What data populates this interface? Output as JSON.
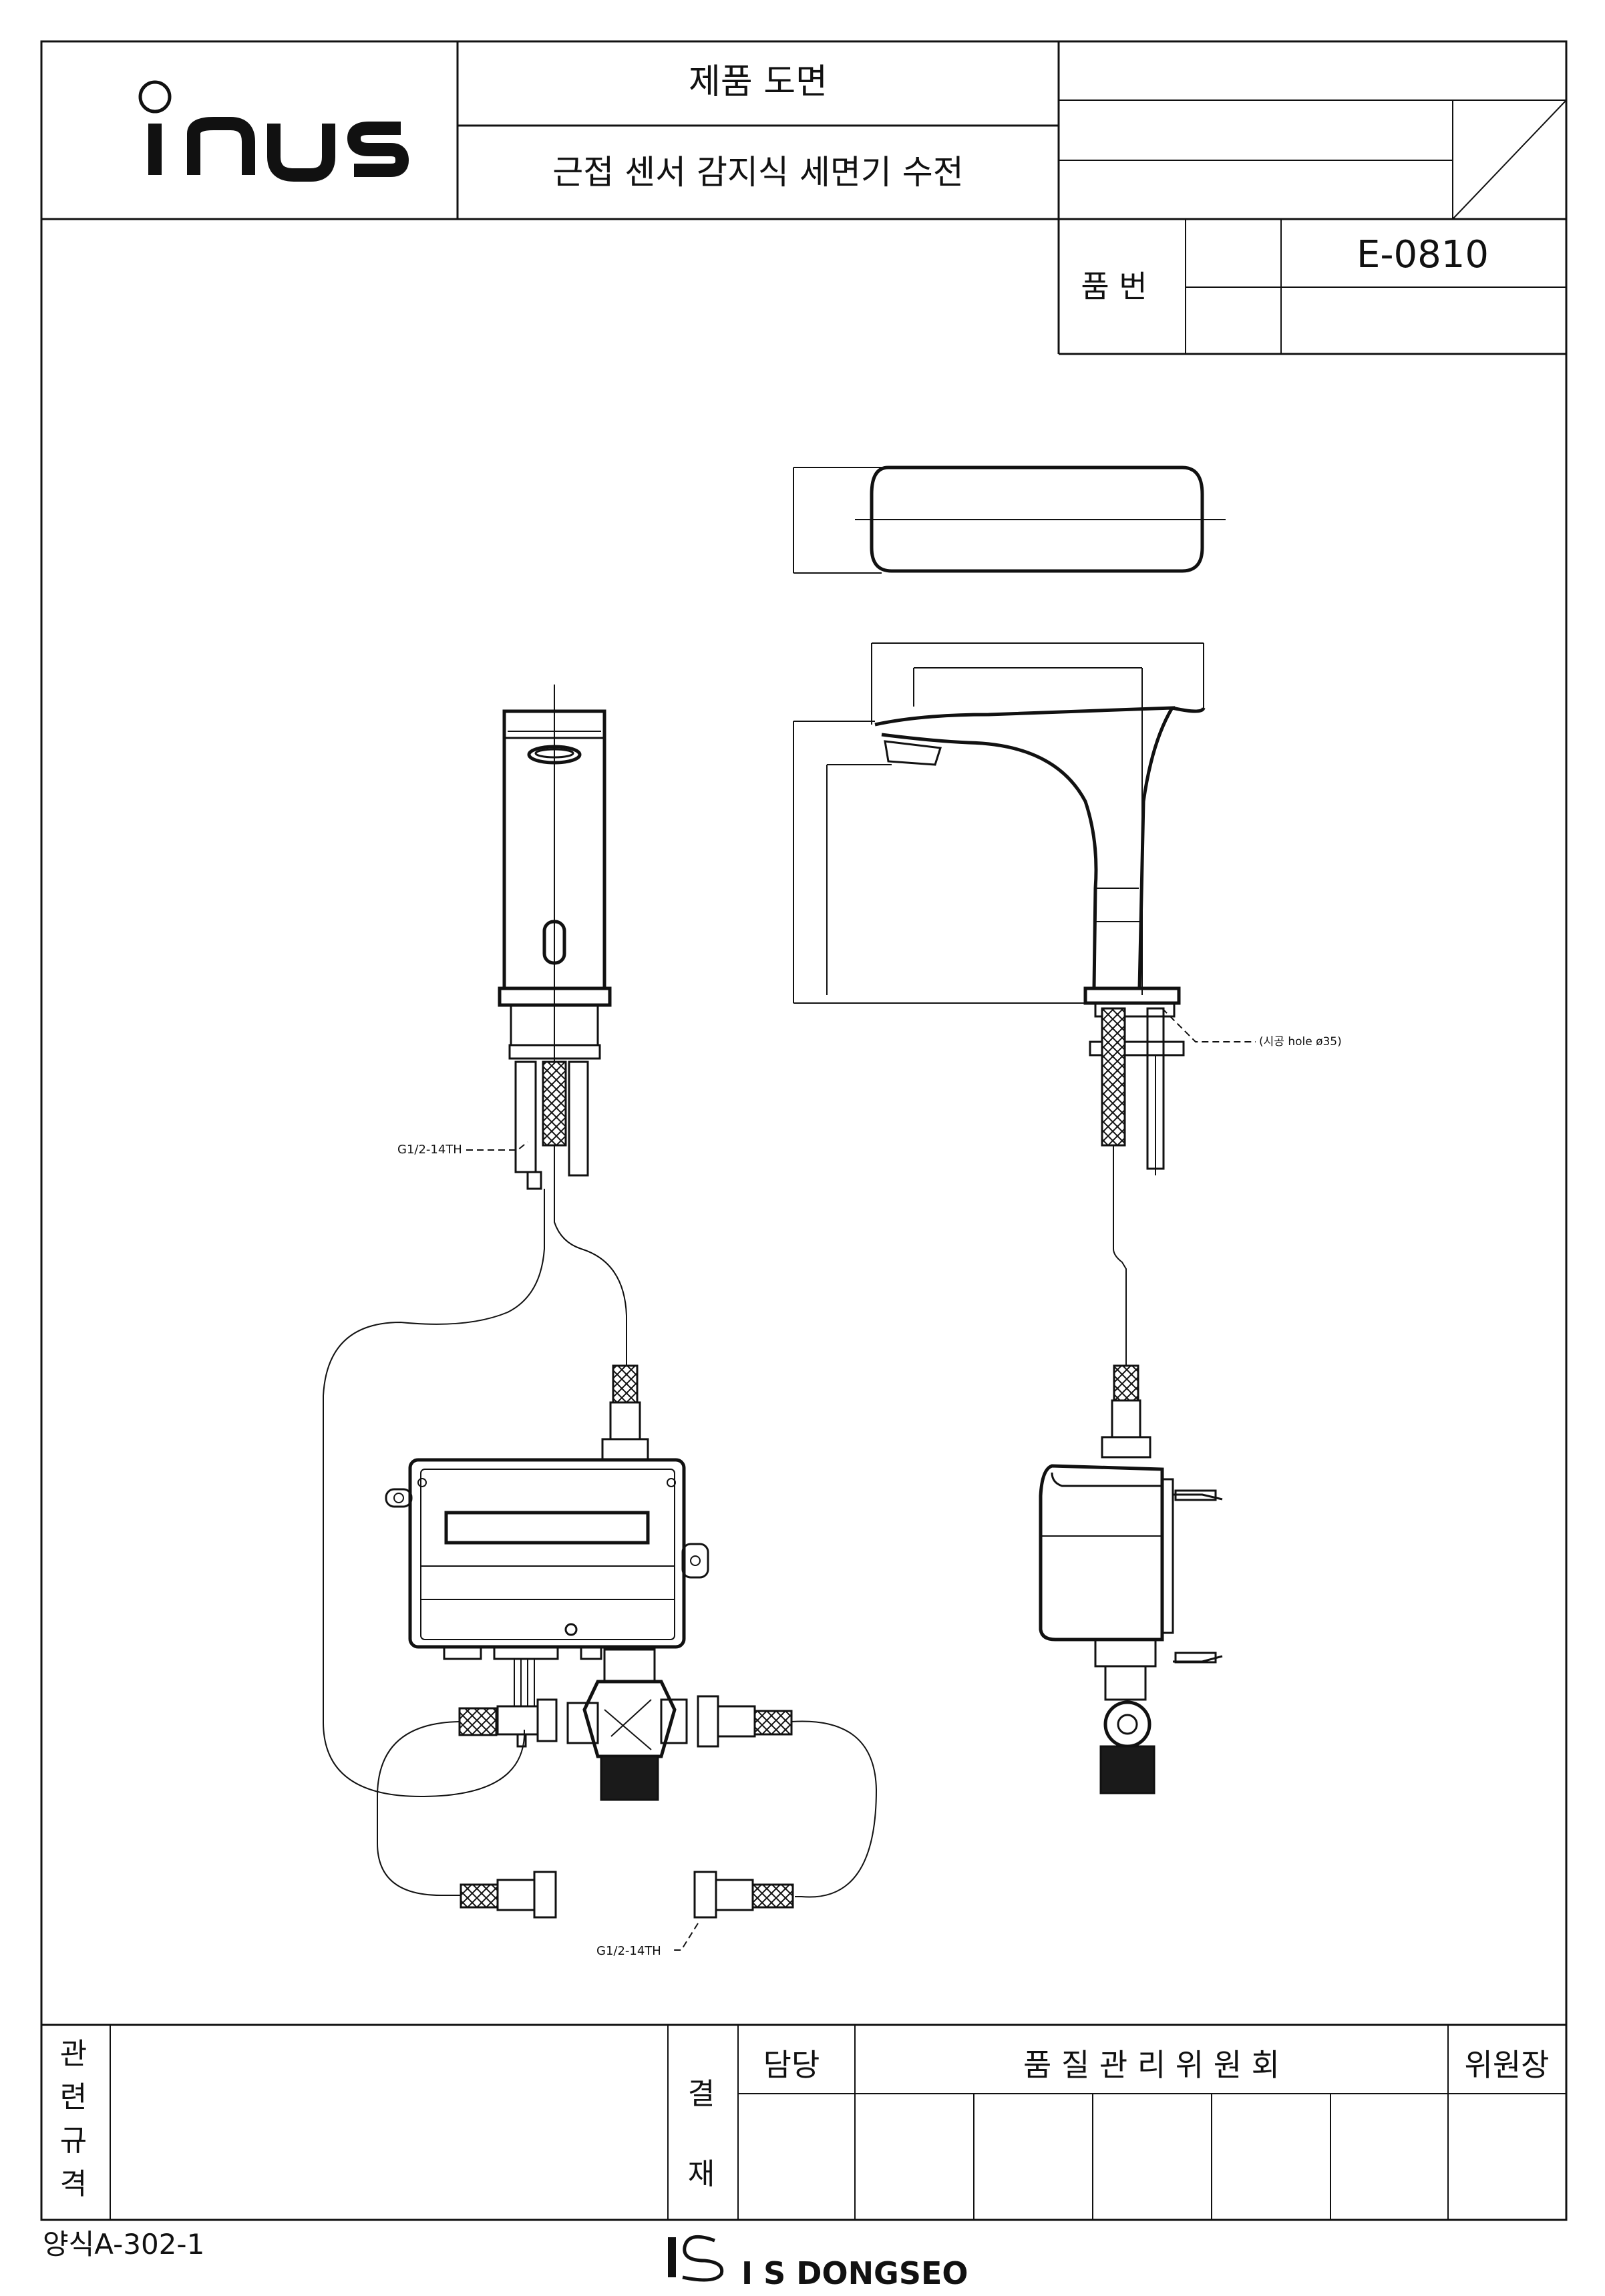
{
  "title_block": {
    "brand": "inus",
    "doc_type": "제품 도면",
    "product_name": "근접 센서 감지식 세면기 수전",
    "part_no_label": "품 번",
    "part_no": "E-0810"
  },
  "annotations": {
    "thread_a": "G1/2-14TH",
    "thread_b": "G1/2-14TH",
    "hole": "(시공 hole ø35)"
  },
  "footer": {
    "related_spec_label": [
      "관",
      "련",
      "규",
      "격"
    ],
    "approval_label": [
      "결",
      "재"
    ],
    "in_charge": "담당",
    "committee": "품 질 관 리 위 원 회",
    "chair": "위원장",
    "form_no": "양식A-302-1",
    "company": "I S DONGSEO"
  }
}
